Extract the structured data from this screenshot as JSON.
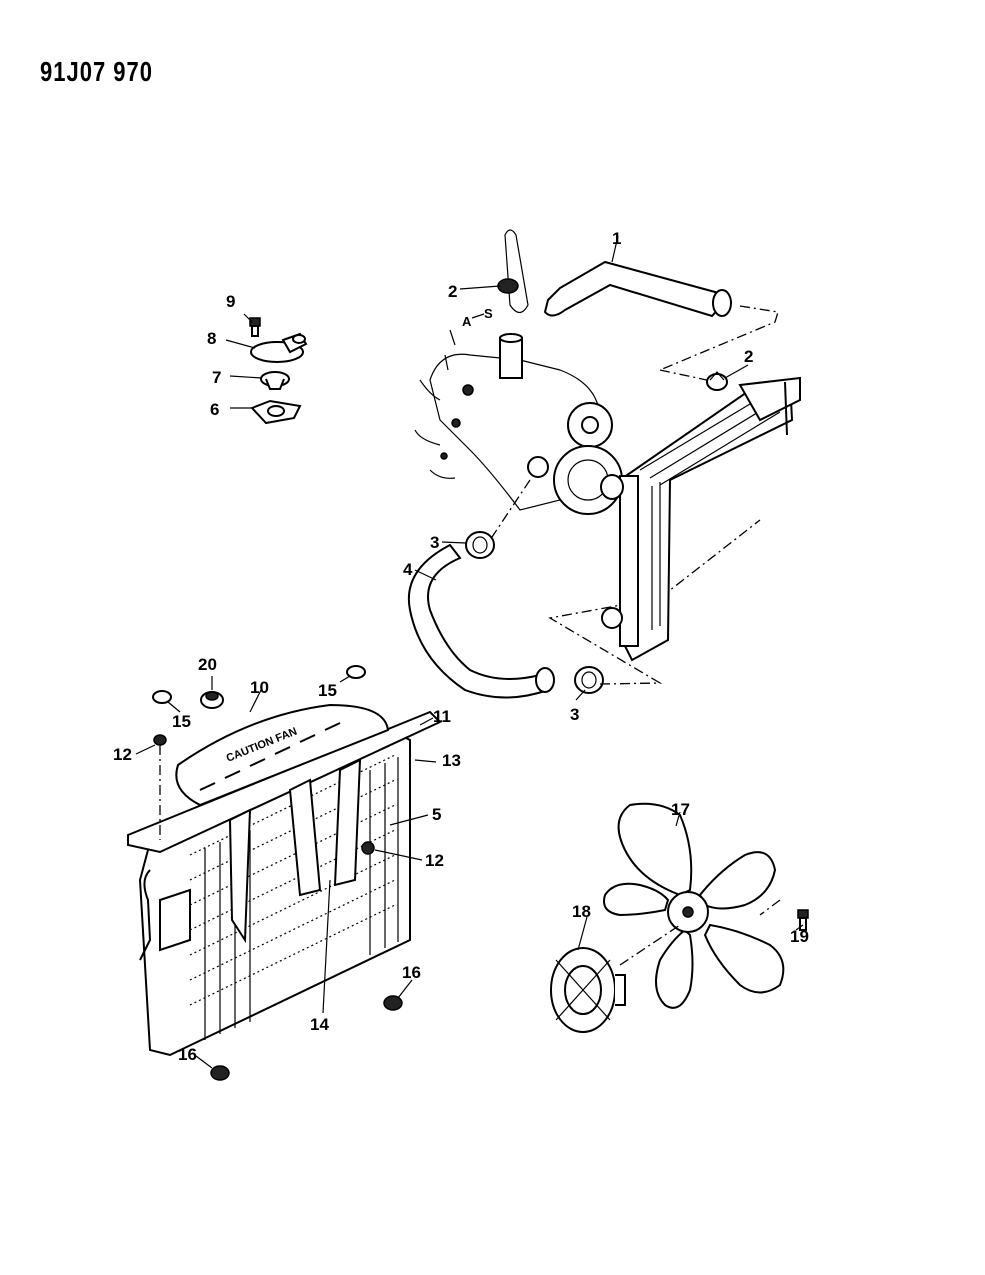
{
  "diagram": {
    "code": "91J07 970",
    "fan_label": "CAUTION FAN",
    "callouts": {
      "c1": "1",
      "c2a": "2",
      "c2b": "2",
      "c3a": "3",
      "c3b": "3",
      "c4": "4",
      "c5": "5",
      "c6": "6",
      "c7": "7",
      "c8": "8",
      "c9": "9",
      "c10": "10",
      "c11": "11",
      "c12a": "12",
      "c12b": "12",
      "c13": "13",
      "c14": "14",
      "c15a": "15",
      "c15b": "15",
      "c16a": "16",
      "c16b": "16",
      "c17": "17",
      "c18": "18",
      "c19": "19",
      "c20": "20"
    }
  },
  "colors": {
    "ink": "#000000",
    "paper": "#ffffff"
  }
}
